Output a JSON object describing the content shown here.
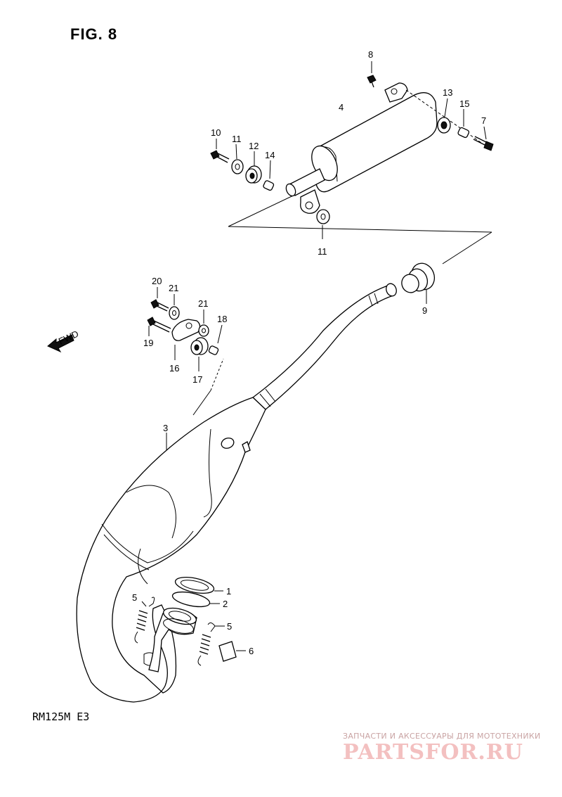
{
  "figure": {
    "title": "FIG. 8",
    "model_code": "RM125M  E3",
    "fwd_label": "FWD"
  },
  "callouts": {
    "c1": "1",
    "c2": "2",
    "c3": "3",
    "c4": "4",
    "c5a": "5",
    "c5b": "5",
    "c6": "6",
    "c7": "7",
    "c8": "8",
    "c9": "9",
    "c10": "10",
    "c11a": "11",
    "c11b": "11",
    "c12": "12",
    "c13": "13",
    "c14": "14",
    "c15": "15",
    "c16": "16",
    "c17": "17",
    "c18": "18",
    "c19": "19",
    "c20": "20",
    "c21a": "21",
    "c21b": "21"
  },
  "watermark": {
    "line1": "ЗАПЧАСТИ И АКСЕССУАРЫ ДЛЯ МОТОТЕХНИКИ",
    "logo": "PARTSFOR.RU"
  }
}
